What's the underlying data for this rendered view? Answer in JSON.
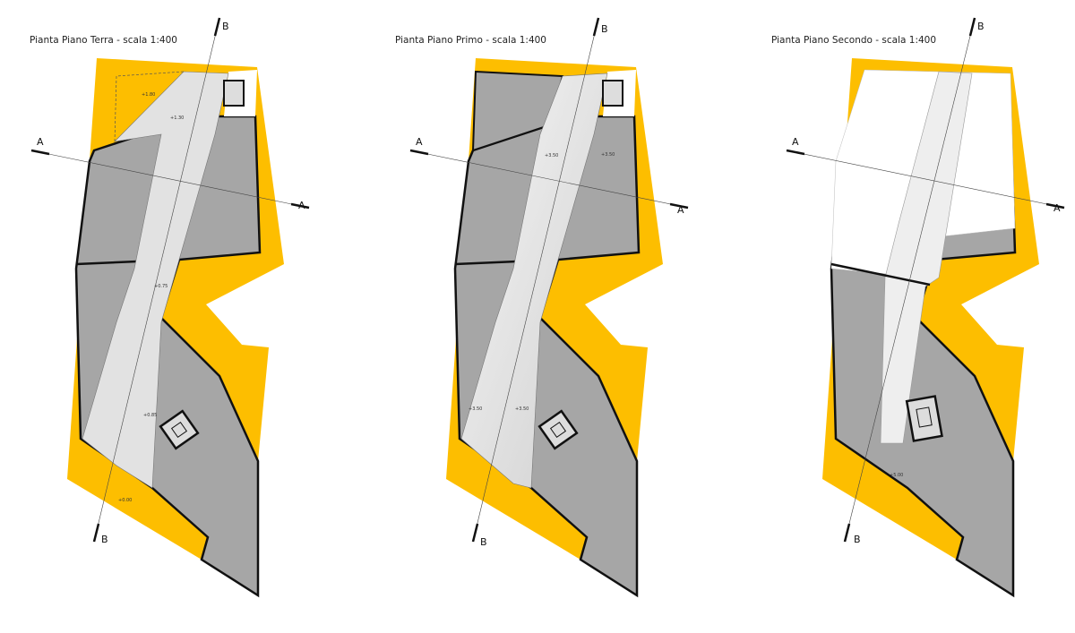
{
  "plans": [
    {
      "title": "Pianta Piano Terra - scala 1:400",
      "elevations": [
        "+1.80",
        "+1.30",
        "+0.75",
        "+0.85",
        "+0.00"
      ]
    },
    {
      "title": "Pianta Piano Primo - scala 1:400",
      "elevations": [
        "+3.50",
        "+3.50",
        "+3.50",
        "+3.50"
      ]
    },
    {
      "title": "Pianta Piano Secondo - scala 1:400",
      "elevations": [
        "+5.00"
      ]
    }
  ],
  "section_labels": {
    "a": "A",
    "b": "B"
  },
  "colors": {
    "site": "#FDBE00",
    "building": "#A6A6A6",
    "corridor": "#E2E2E2",
    "walls": "#111111"
  }
}
